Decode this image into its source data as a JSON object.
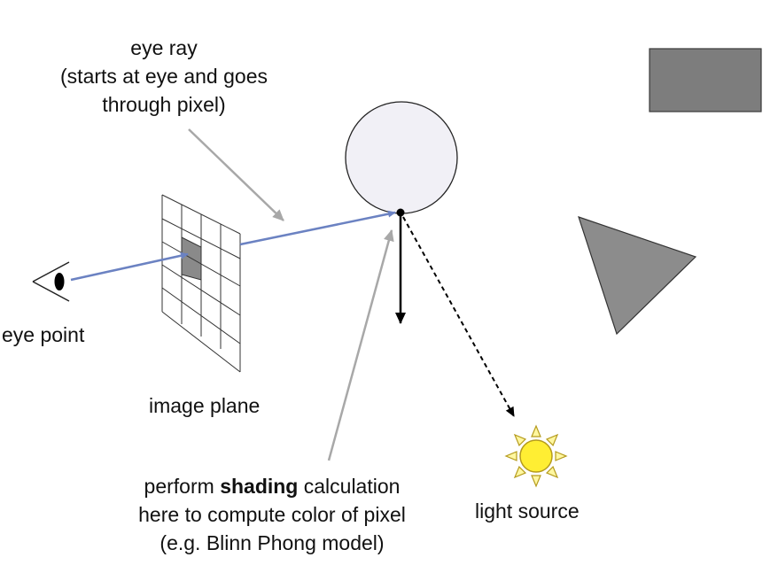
{
  "labels": {
    "eye_ray": {
      "line1": "eye ray",
      "line2": "(starts at eye and goes",
      "line3": "through pixel)"
    },
    "eye_point": "eye point",
    "image_plane": "image plane",
    "shading": {
      "line1_pre": "perform ",
      "line1_bold": "shading",
      "line1_post": " calculation",
      "line2": "here to compute color of pixel",
      "line3": "(e.g. Blinn Phong model)"
    },
    "light_source": "light source"
  },
  "colors": {
    "eye_ray": "#6b82c2",
    "pointer_arrow": "#a8a8a8",
    "sphere_fill": "#f1f0f6",
    "pixel_fill": "#8a8a8a",
    "rectangle_fill": "#7d7d7d",
    "triangle_fill": "#8c8c8c",
    "sun_fill": "#ffee33",
    "sun_ray_fill": "#fff7a0",
    "sun_stroke": "#b59b1d"
  }
}
